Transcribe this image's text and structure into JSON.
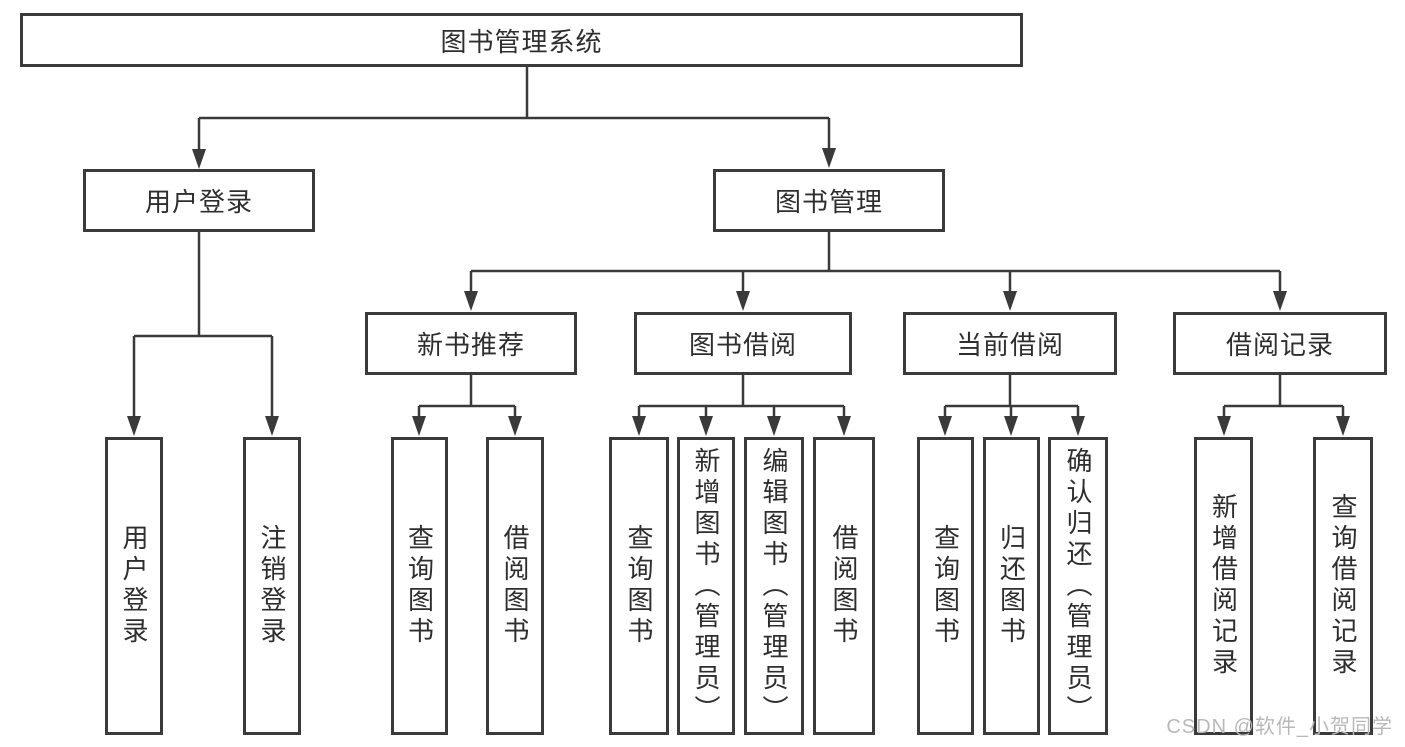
{
  "diagram": {
    "root": {
      "label": "图书管理系统"
    },
    "level2": [
      {
        "label": "用户登录"
      },
      {
        "label": "图书管理"
      }
    ],
    "level3": [
      {
        "label": "新书推荐"
      },
      {
        "label": "图书借阅"
      },
      {
        "label": "当前借阅"
      },
      {
        "label": "借阅记录"
      }
    ],
    "leaves": {
      "user_login": [
        {
          "label": "用户登录"
        },
        {
          "label": "注销登录"
        }
      ],
      "new_book_recommend": [
        {
          "label": "查询图书"
        },
        {
          "label": "借阅图书"
        }
      ],
      "book_borrowing": [
        {
          "label": "查询图书"
        },
        {
          "label": "新增图书（管理员）"
        },
        {
          "label": "编辑图书（管理员）"
        },
        {
          "label": "借阅图书"
        }
      ],
      "current_borrowing": [
        {
          "label": "查询图书"
        },
        {
          "label": "归还图书"
        },
        {
          "label": "确认归还（管理员）"
        }
      ],
      "borrowing_records": [
        {
          "label": "新增借阅记录"
        },
        {
          "label": "查询借阅记录"
        }
      ]
    }
  },
  "colors": {
    "line": "#3a3a3a",
    "text": "#2e2e2e",
    "background": "#ffffff",
    "watermark": "#b8b8b8"
  },
  "watermark": {
    "text": "CSDN @软件_小贺同学"
  }
}
